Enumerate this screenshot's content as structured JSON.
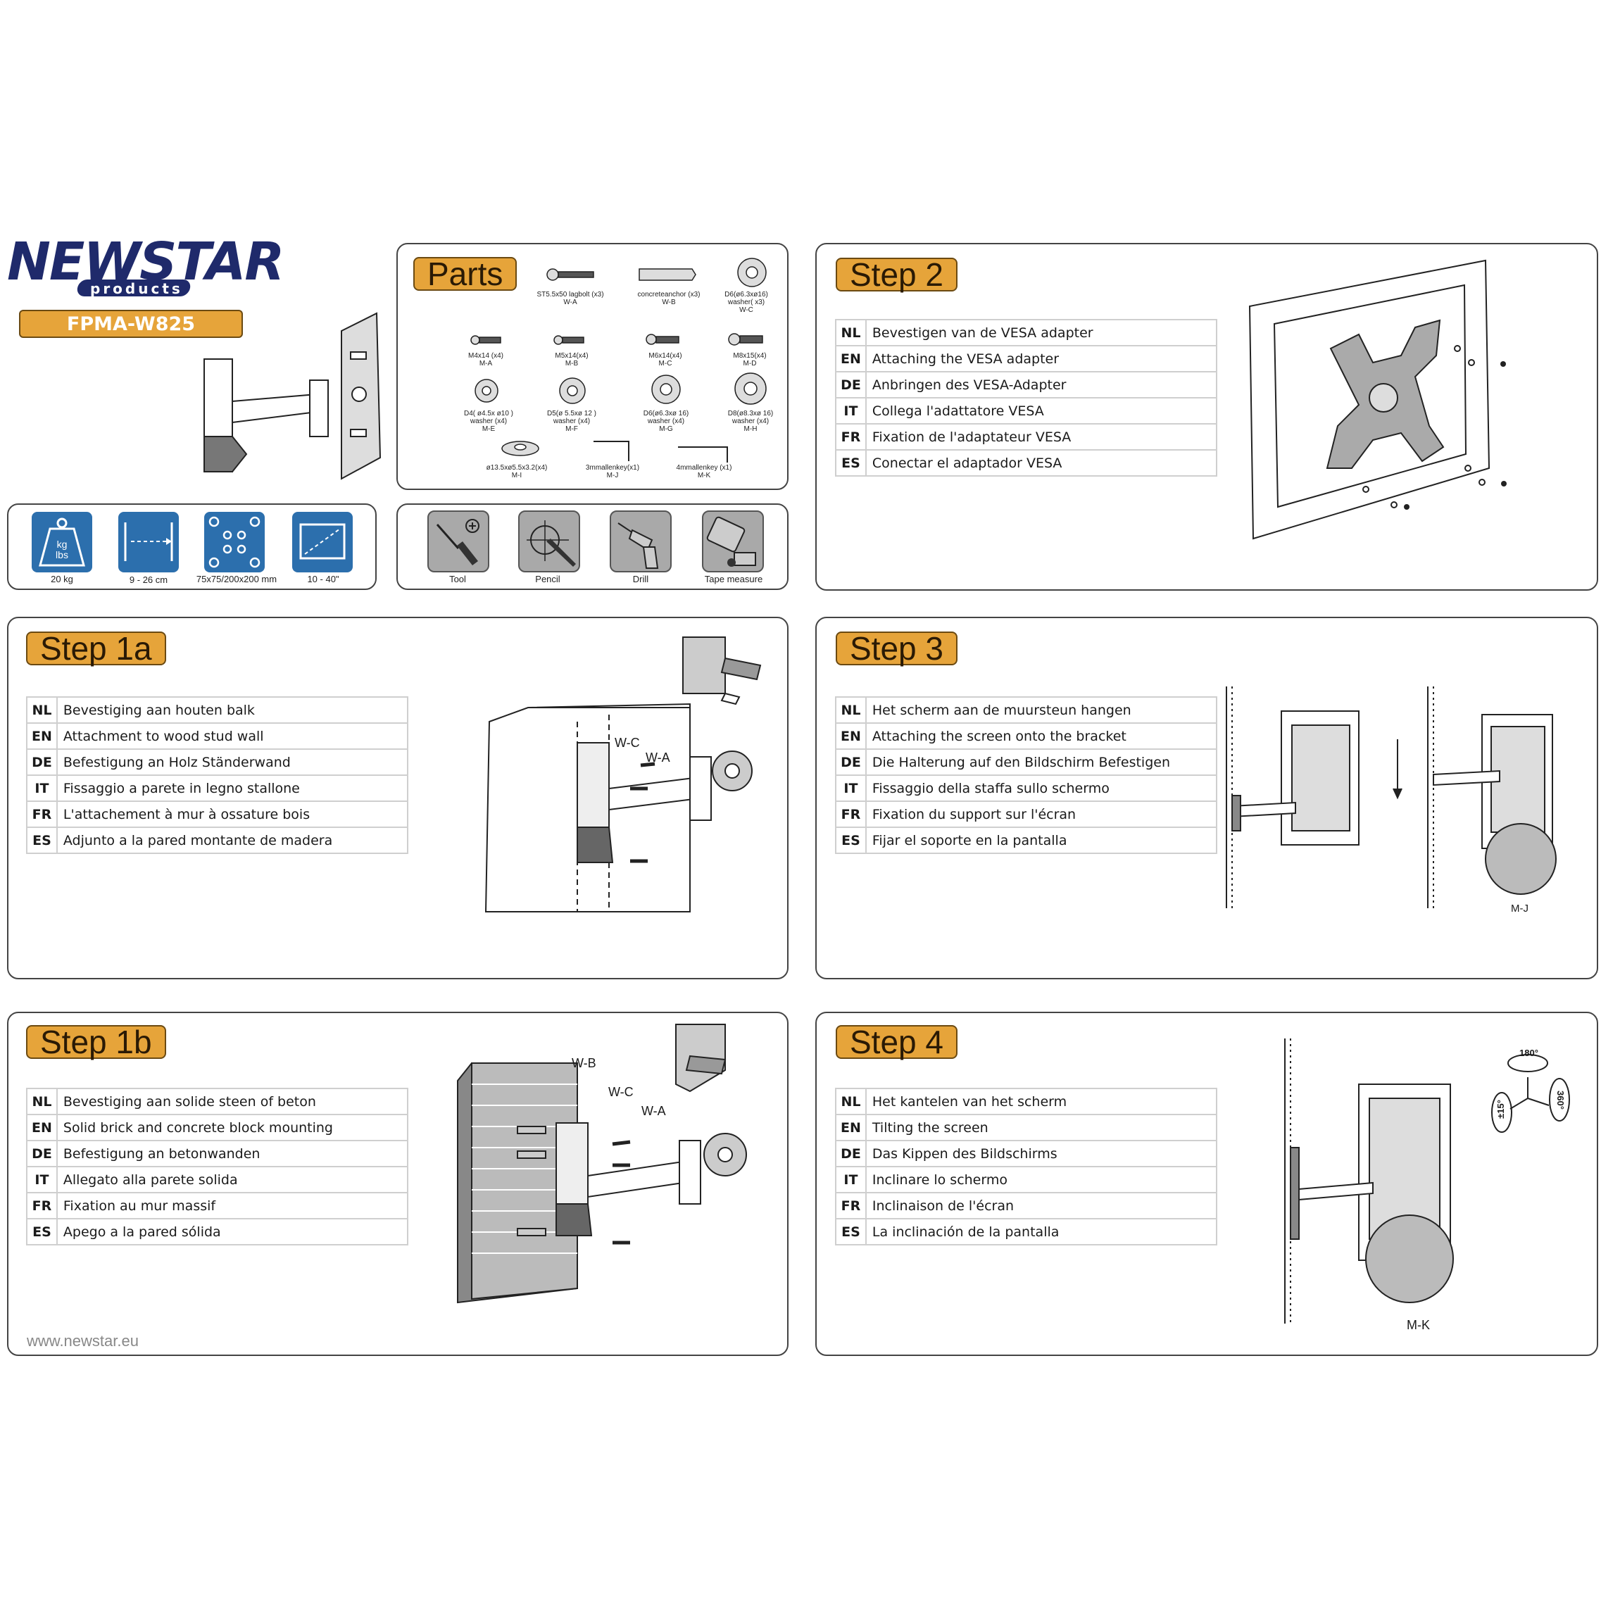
{
  "brand": {
    "logo_main": "NEWSTAR",
    "logo_sub": "products",
    "model": "FPMA-W825"
  },
  "parts": {
    "title": "Parts",
    "items": [
      {
        "lines": [
          "ST5.5x50 lagbolt    (x3)",
          "W-A"
        ]
      },
      {
        "lines": [
          "concreteanchor    (x3)",
          "W-B"
        ]
      },
      {
        "lines": [
          "D6(ø6.3xø16)",
          "washer(    x3)",
          "W-C"
        ]
      },
      {
        "lines": [
          "M4x14  (x4)",
          "M-A"
        ]
      },
      {
        "lines": [
          "M5x14(x4)",
          "M-B"
        ]
      },
      {
        "lines": [
          "M6x14(x4)",
          "M-C"
        ]
      },
      {
        "lines": [
          "M8x15(x4)",
          "M-D"
        ]
      },
      {
        "lines": [
          "D4( ø4.5x ø10 )",
          "washer  (x4)",
          "M-E"
        ]
      },
      {
        "lines": [
          "D5(ø 5.5xø 12 )",
          "washer  (x4)",
          "M-F"
        ]
      },
      {
        "lines": [
          "D6(ø6.3xø  16)",
          "washer  (x4)",
          "M-G"
        ]
      },
      {
        "lines": [
          "D8(ø8.3xø   16)",
          "washer  (x4)",
          "M-H"
        ]
      },
      {
        "lines": [
          "ø13.5xø5.5x3.2(x4)",
          "M-I"
        ]
      },
      {
        "lines": [
          "3mmallenkey(x1)",
          "M-J"
        ]
      },
      {
        "lines": [
          "4mmallenkey  (x1)",
          "M-K"
        ]
      }
    ]
  },
  "specs": [
    {
      "icon": "weight-icon",
      "icon_text": [
        "kg",
        "lbs"
      ],
      "caption": "20 kg"
    },
    {
      "icon": "distance-icon",
      "caption": "9 - 26 cm"
    },
    {
      "icon": "vesa-pattern-icon",
      "caption": "75x75/200x200 mm"
    },
    {
      "icon": "screen-size-icon",
      "caption": "10 - 40\""
    }
  ],
  "tools": [
    {
      "icon": "screwdriver-icon",
      "caption": "Tool"
    },
    {
      "icon": "pencil-icon",
      "caption": "Pencil"
    },
    {
      "icon": "drill-icon",
      "caption": "Drill"
    },
    {
      "icon": "tape-measure-icon",
      "caption": "Tape measure"
    }
  ],
  "steps": {
    "step1a": {
      "title": "Step 1a",
      "rows": [
        {
          "code": "NL",
          "text": "Bevestiging aan houten balk"
        },
        {
          "code": "EN",
          "text": "Attachment to wood stud wall"
        },
        {
          "code": "DE",
          "text": "Befestigung an Holz Ständerwand"
        },
        {
          "code": "IT",
          "text": "Fissaggio a parete in legno stallone"
        },
        {
          "code": "FR",
          "text": "L'attachement à mur à ossature bois"
        },
        {
          "code": "ES",
          "text": "Adjunto a la pared montante de madera"
        }
      ],
      "labels": [
        "W-C",
        "W-A"
      ]
    },
    "step1b": {
      "title": "Step 1b",
      "rows": [
        {
          "code": "NL",
          "text": "Bevestiging aan solide steen of beton"
        },
        {
          "code": "EN",
          "text": "Solid brick and concrete block mounting"
        },
        {
          "code": "DE",
          "text": "Befestigung an betonwanden"
        },
        {
          "code": "IT",
          "text": "Allegato alla parete solida"
        },
        {
          "code": "FR",
          "text": "Fixation au mur massif"
        },
        {
          "code": "ES",
          "text": "Apego a la pared sólida"
        }
      ],
      "labels": [
        "W-B",
        "W-C",
        "W-A"
      ]
    },
    "step2": {
      "title": "Step 2",
      "rows": [
        {
          "code": "NL",
          "text": "Bevestigen van de VESA adapter"
        },
        {
          "code": "EN",
          "text": "Attaching the VESA adapter"
        },
        {
          "code": "DE",
          "text": "Anbringen des VESA-Adapter"
        },
        {
          "code": "IT",
          "text": "Collega l'adattatore VESA"
        },
        {
          "code": "FR",
          "text": "Fixation de l'adaptateur VESA"
        },
        {
          "code": "ES",
          "text": "Conectar el adaptador VESA"
        }
      ]
    },
    "step3": {
      "title": "Step 3",
      "rows": [
        {
          "code": "NL",
          "text": "Het scherm aan de muursteun hangen"
        },
        {
          "code": "EN",
          "text": "Attaching the screen onto the bracket"
        },
        {
          "code": "DE",
          "text": "Die Halterung auf den Bildschirm Befestigen"
        },
        {
          "code": "IT",
          "text": "Fissaggio della staffa sullo schermo"
        },
        {
          "code": "FR",
          "text": "Fixation du support sur l'écran"
        },
        {
          "code": "ES",
          "text": "Fijar el soporte en la pantalla"
        }
      ],
      "labels": [
        "M-J"
      ]
    },
    "step4": {
      "title": "Step 4",
      "rows": [
        {
          "code": "NL",
          "text": "Het kantelen van het scherm"
        },
        {
          "code": "EN",
          "text": "Tilting the screen"
        },
        {
          "code": "DE",
          "text": "Das Kippen des Bildschirms"
        },
        {
          "code": "IT",
          "text": "Inclinare lo schermo"
        },
        {
          "code": "FR",
          "text": "Inclinaison de l'écran"
        },
        {
          "code": "ES",
          "text": "La inclinación de la pantalla"
        }
      ],
      "labels": [
        "M-K"
      ],
      "angles": [
        "180°",
        "±15°",
        "360°"
      ]
    }
  },
  "footer": {
    "url": "www.newstar.eu"
  },
  "colors": {
    "accent": "#e6a43a",
    "spec_blue": "#2c6fad",
    "logo_navy": "#1f2a6b"
  }
}
